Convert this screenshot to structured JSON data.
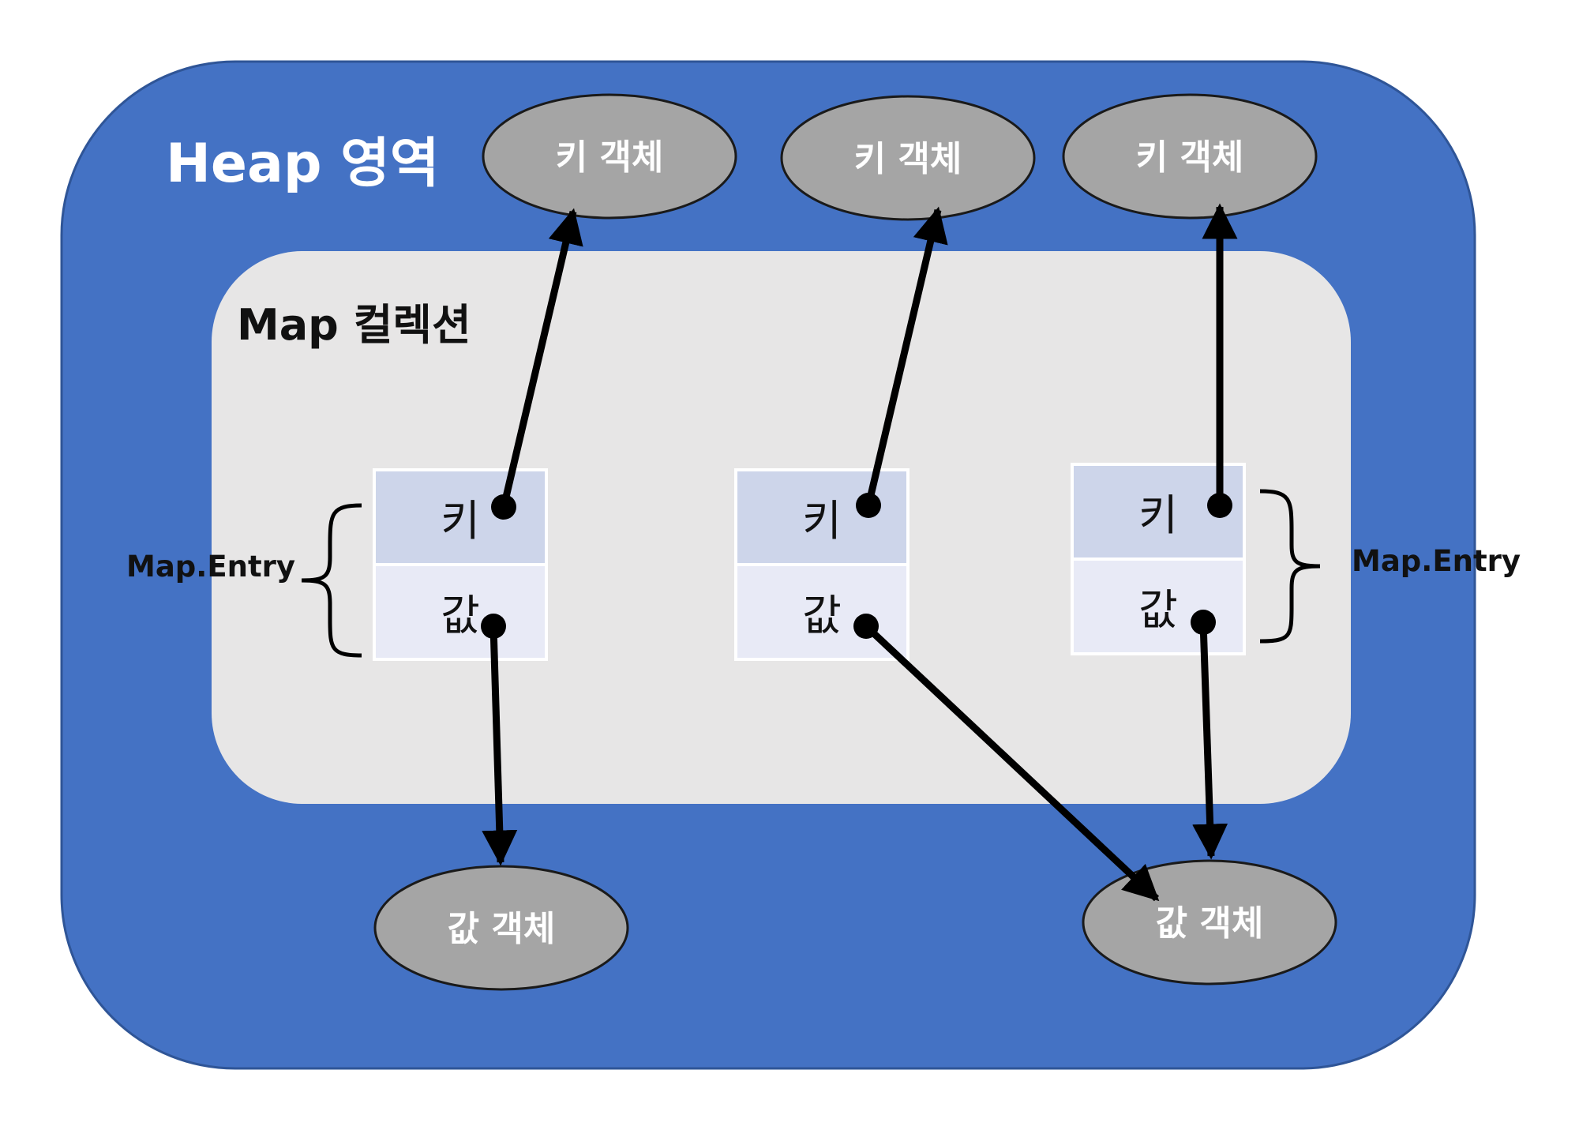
{
  "heap": {
    "title": "Heap 영역",
    "fill": "#4472c4"
  },
  "map_collection": {
    "title": "Map 컬렉션",
    "fill": "#e7e6e6"
  },
  "key_objects": [
    {
      "label": "키 객체"
    },
    {
      "label": "키 객체"
    },
    {
      "label": "키 객체"
    }
  ],
  "value_objects": [
    {
      "label": "값 객체"
    },
    {
      "label": "값 객체"
    }
  ],
  "entries": [
    {
      "key_label": "키",
      "value_label": "값"
    },
    {
      "key_label": "키",
      "value_label": "값"
    },
    {
      "key_label": "키",
      "value_label": "값"
    }
  ],
  "entry_annotations": [
    {
      "label": "Map.Entry"
    },
    {
      "label": "Map.Entry"
    }
  ],
  "colors": {
    "object_fill": "#a5a5a5",
    "key_cell": "#cdd5ea",
    "value_cell": "#e8eaf6",
    "arrow": "#000000"
  }
}
